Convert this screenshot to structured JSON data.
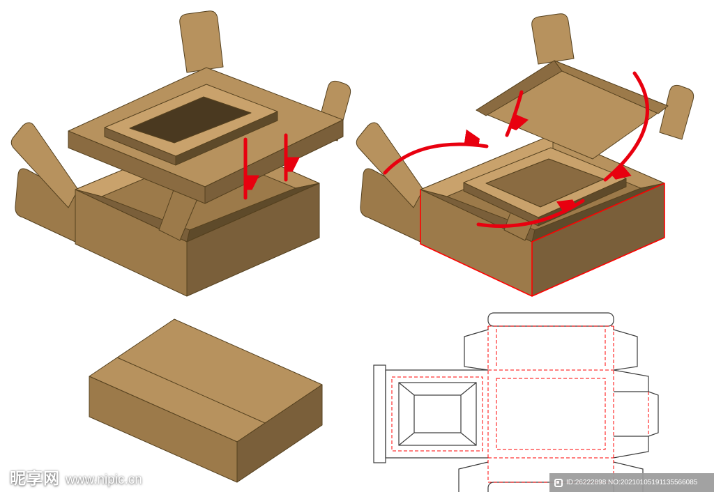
{
  "watermark": {
    "site_name": "昵享网",
    "site_url": "www.nipic.cn"
  },
  "id_bar": {
    "text": "ID:26222898 NO:20210105191135566085"
  },
  "figures": {
    "top_left": "open tray with window insert dropping in",
    "top_right": "open tray with fold-direction arrows",
    "bottom_left": "closed box",
    "bottom_right": "flat die-cut template"
  },
  "colors": {
    "light": "#b7925e",
    "lighter": "#c9a26c",
    "mid": "#9c7a4a",
    "middark": "#8a6b41",
    "dark": "#7a5f3a",
    "deep": "#5e4a2a",
    "hole": "#4a3920",
    "outline": "#55411f",
    "arrow": "#e8000f",
    "dieline_red": "#ff0000",
    "dieline_black": "#3a3a3a",
    "idbar_bg": "#9b9b9b",
    "watermark_text": "#ffffff"
  }
}
